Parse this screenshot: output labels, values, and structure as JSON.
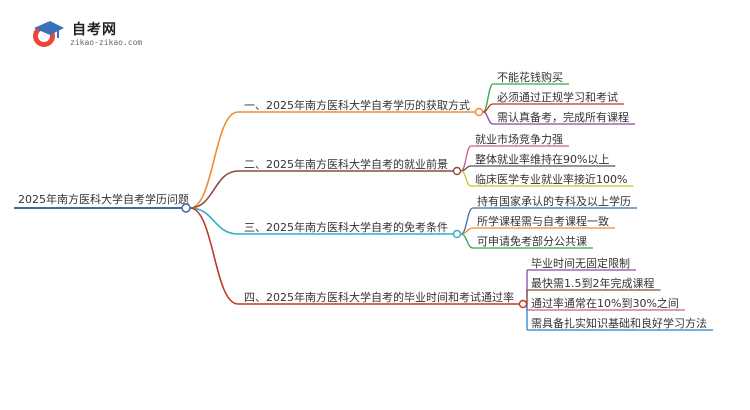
{
  "logo": {
    "title": "自考网",
    "url": "zikao-zikao.com",
    "icon": "graduation-cap-icon"
  },
  "root": {
    "label": "2025年南方医科大学自考学历问题",
    "color": "#3a6ea5"
  },
  "branches": [
    {
      "label": "一、2025年南方医科大学自考学历的获取方式",
      "color": "#f08c30",
      "leaves": [
        {
          "label": "不能花钱购买",
          "color": "#3aa64c"
        },
        {
          "label": "必须通过正规学习和考试",
          "color": "#c0392b"
        },
        {
          "label": "需认真备考，完成所有课程",
          "color": "#8e44ad"
        }
      ]
    },
    {
      "label": "二、2025年南方医科大学自考的就业前景",
      "color": "#8b4a3c",
      "leaves": [
        {
          "label": "就业市场竞争力强",
          "color": "#c06090"
        },
        {
          "label": "整体就业率维持在90%以上",
          "color": "#555555"
        },
        {
          "label": "临床医学专业就业率接近100%",
          "color": "#c9c02a"
        }
      ]
    },
    {
      "label": "三、2025年南方医科大学自考的免考条件",
      "color": "#2bb0c8",
      "leaves": [
        {
          "label": "持有国家承认的专科及以上学历",
          "color": "#3a6ea5"
        },
        {
          "label": "所学课程需与自考课程一致",
          "color": "#f08c30"
        },
        {
          "label": "可申请免考部分公共课",
          "color": "#3aa64c"
        }
      ]
    },
    {
      "label": "四、2025年南方医科大学自考的毕业时间和考试通过率",
      "color": "#c0392b",
      "leaves": [
        {
          "label": "毕业时间无固定限制",
          "color": "#8e44ad"
        },
        {
          "label": "最快需1.5到2年完成课程",
          "color": "#8b4a3c"
        },
        {
          "label": "通过率通常在10%到30%之间",
          "color": "#c06090"
        },
        {
          "label": "需具备扎实知识基础和良好学习方法",
          "color": "#2b7fc8"
        }
      ]
    }
  ]
}
